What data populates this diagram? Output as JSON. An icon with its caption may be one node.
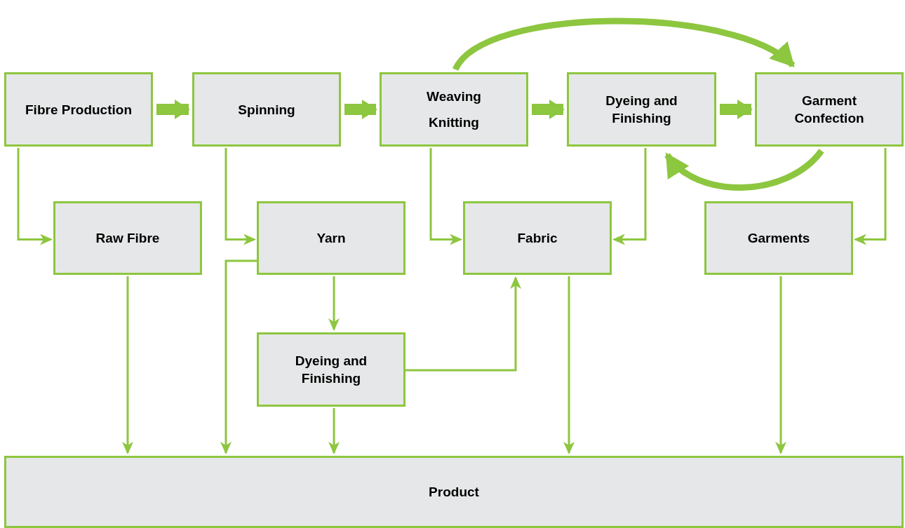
{
  "diagram": {
    "nodes": [
      {
        "text": [
          "Fibre Production"
        ]
      },
      {
        "text": [
          "Spinning"
        ]
      },
      {
        "text": [
          "Weaving",
          "Knitting"
        ]
      },
      {
        "text": [
          "Dyeing and Finishing"
        ]
      },
      {
        "text": [
          "Garment Confection"
        ]
      },
      {
        "text": [
          "Raw Fibre"
        ]
      },
      {
        "text": [
          "Yarn"
        ]
      },
      {
        "text": [
          "Fabric"
        ]
      },
      {
        "text": [
          "Garments"
        ]
      },
      {
        "text": [
          "Dyeing and Finishing"
        ]
      },
      {
        "text": [
          "Product"
        ]
      }
    ],
    "edges": [
      {
        "from": 0,
        "to": 1,
        "arrow": "to",
        "style": "thick"
      },
      {
        "from": 1,
        "to": 2,
        "arrow": "to",
        "style": "thick"
      },
      {
        "from": 2,
        "to": 3,
        "arrow": "to",
        "style": "thick"
      },
      {
        "from": 3,
        "to": 4,
        "arrow": "to",
        "style": "thick"
      },
      {
        "from": 2,
        "to": 4,
        "arrow": "to",
        "style": "thick"
      },
      {
        "from": 4,
        "to": 3,
        "arrow": "to",
        "style": "thick"
      },
      {
        "from": 0,
        "to": 5,
        "arrow": "to"
      },
      {
        "from": 1,
        "to": 6,
        "arrow": "to"
      },
      {
        "from": 2,
        "to": 7,
        "arrow": "to"
      },
      {
        "from": 3,
        "to": 7,
        "arrow": "to"
      },
      {
        "from": 4,
        "to": 8,
        "arrow": "to"
      },
      {
        "from": 5,
        "to": 10,
        "arrow": "to"
      },
      {
        "from": 6,
        "to": 10,
        "arrow": "to"
      },
      {
        "from": 6,
        "to": 9,
        "arrow": "to"
      },
      {
        "from": 9,
        "to": 7,
        "arrow": "to"
      },
      {
        "from": 9,
        "to": 10,
        "arrow": "to"
      },
      {
        "from": 7,
        "to": 10,
        "arrow": "to"
      },
      {
        "from": 8,
        "to": 10,
        "arrow": "to"
      }
    ]
  }
}
